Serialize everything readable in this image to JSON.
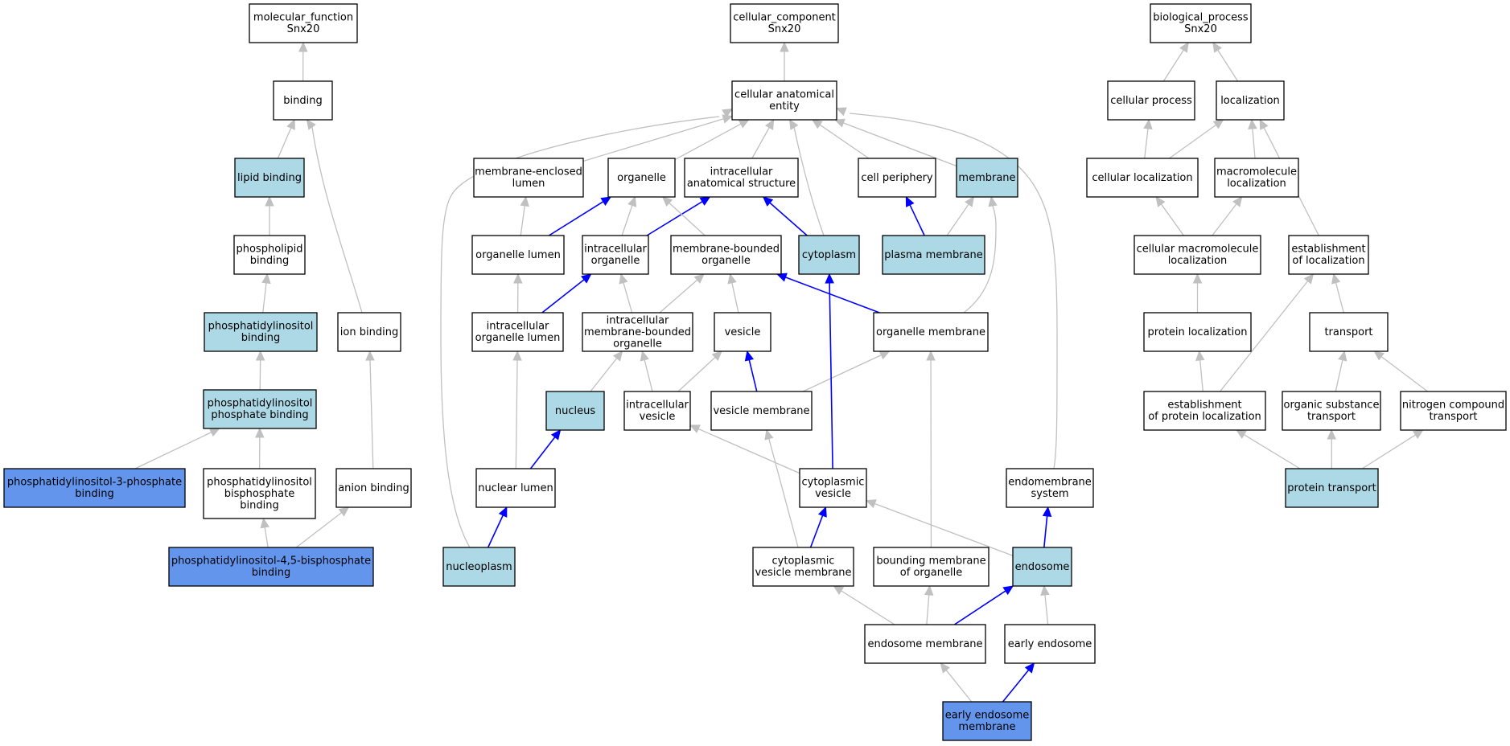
{
  "colors": {
    "white": "#ffffff",
    "light": "#add8e6",
    "dark": "#6495ed",
    "edge_gray": "#c0c0c0",
    "edge_blue": "#0000ff"
  },
  "nodes": [
    {
      "id": "molecular_function",
      "lines": [
        "molecular_function",
        "Snx20"
      ],
      "fill": "white"
    },
    {
      "id": "binding",
      "lines": [
        "binding"
      ],
      "fill": "white"
    },
    {
      "id": "lipid_binding",
      "lines": [
        "lipid binding"
      ],
      "fill": "light"
    },
    {
      "id": "phospholipid_binding",
      "lines": [
        "phospholipid",
        "binding"
      ],
      "fill": "white"
    },
    {
      "id": "pi_binding",
      "lines": [
        "phosphatidylinositol",
        "binding"
      ],
      "fill": "light"
    },
    {
      "id": "pip_binding",
      "lines": [
        "phosphatidylinositol",
        "phosphate binding"
      ],
      "fill": "light"
    },
    {
      "id": "pi3p_binding",
      "lines": [
        "phosphatidylinositol-3-phosphate",
        "binding"
      ],
      "fill": "dark"
    },
    {
      "id": "pibp_binding",
      "lines": [
        "phosphatidylinositol",
        "bisphosphate",
        "binding"
      ],
      "fill": "white"
    },
    {
      "id": "pi45bp_binding",
      "lines": [
        "phosphatidylinositol-4,5-bisphosphate",
        "binding"
      ],
      "fill": "dark"
    },
    {
      "id": "ion_binding",
      "lines": [
        "ion binding"
      ],
      "fill": "white"
    },
    {
      "id": "anion_binding",
      "lines": [
        "anion binding"
      ],
      "fill": "white"
    },
    {
      "id": "cellular_component",
      "lines": [
        "cellular_component",
        "Snx20"
      ],
      "fill": "white"
    },
    {
      "id": "cae",
      "lines": [
        "cellular anatomical",
        "entity"
      ],
      "fill": "white"
    },
    {
      "id": "mel",
      "lines": [
        "membrane-enclosed",
        "lumen"
      ],
      "fill": "white"
    },
    {
      "id": "organelle",
      "lines": [
        "organelle"
      ],
      "fill": "white"
    },
    {
      "id": "ias",
      "lines": [
        "intracellular",
        "anatomical structure"
      ],
      "fill": "white"
    },
    {
      "id": "cell_periphery",
      "lines": [
        "cell periphery"
      ],
      "fill": "white"
    },
    {
      "id": "membrane",
      "lines": [
        "membrane"
      ],
      "fill": "light"
    },
    {
      "id": "organelle_lumen",
      "lines": [
        "organelle lumen"
      ],
      "fill": "white"
    },
    {
      "id": "io",
      "lines": [
        "intracellular",
        "organelle"
      ],
      "fill": "white"
    },
    {
      "id": "mbo",
      "lines": [
        "membrane-bounded",
        "organelle"
      ],
      "fill": "white"
    },
    {
      "id": "cytoplasm",
      "lines": [
        "cytoplasm"
      ],
      "fill": "light"
    },
    {
      "id": "plasma_membrane",
      "lines": [
        "plasma membrane"
      ],
      "fill": "light"
    },
    {
      "id": "iol",
      "lines": [
        "intracellular",
        "organelle lumen"
      ],
      "fill": "white"
    },
    {
      "id": "imbo",
      "lines": [
        "intracellular",
        "membrane-bounded",
        "organelle"
      ],
      "fill": "white"
    },
    {
      "id": "vesicle",
      "lines": [
        "vesicle"
      ],
      "fill": "white"
    },
    {
      "id": "organelle_membrane",
      "lines": [
        "organelle membrane"
      ],
      "fill": "white"
    },
    {
      "id": "nucleus",
      "lines": [
        "nucleus"
      ],
      "fill": "light"
    },
    {
      "id": "iv",
      "lines": [
        "intracellular",
        "vesicle"
      ],
      "fill": "white"
    },
    {
      "id": "vesicle_membrane",
      "lines": [
        "vesicle membrane"
      ],
      "fill": "white"
    },
    {
      "id": "nuclear_lumen",
      "lines": [
        "nuclear lumen"
      ],
      "fill": "white"
    },
    {
      "id": "cv",
      "lines": [
        "cytoplasmic",
        "vesicle"
      ],
      "fill": "white"
    },
    {
      "id": "endomembrane",
      "lines": [
        "endomembrane",
        "system"
      ],
      "fill": "white"
    },
    {
      "id": "nucleoplasm",
      "lines": [
        "nucleoplasm"
      ],
      "fill": "light"
    },
    {
      "id": "cvm",
      "lines": [
        "cytoplasmic",
        "vesicle membrane"
      ],
      "fill": "white"
    },
    {
      "id": "bmo",
      "lines": [
        "bounding membrane",
        "of organelle"
      ],
      "fill": "white"
    },
    {
      "id": "endosome",
      "lines": [
        "endosome"
      ],
      "fill": "light"
    },
    {
      "id": "endosome_membrane",
      "lines": [
        "endosome membrane"
      ],
      "fill": "white"
    },
    {
      "id": "early_endosome",
      "lines": [
        "early endosome"
      ],
      "fill": "white"
    },
    {
      "id": "eem",
      "lines": [
        "early endosome",
        "membrane"
      ],
      "fill": "dark"
    },
    {
      "id": "biological_process",
      "lines": [
        "biological_process",
        "Snx20"
      ],
      "fill": "white"
    },
    {
      "id": "cellular_process",
      "lines": [
        "cellular process"
      ],
      "fill": "white"
    },
    {
      "id": "localization",
      "lines": [
        "localization"
      ],
      "fill": "white"
    },
    {
      "id": "cellular_localization",
      "lines": [
        "cellular localization"
      ],
      "fill": "white"
    },
    {
      "id": "macromolecule_localization",
      "lines": [
        "macromolecule",
        "localization"
      ],
      "fill": "white"
    },
    {
      "id": "cml",
      "lines": [
        "cellular macromolecule",
        "localization"
      ],
      "fill": "white"
    },
    {
      "id": "eol",
      "lines": [
        "establishment",
        "of localization"
      ],
      "fill": "white"
    },
    {
      "id": "protein_localization",
      "lines": [
        "protein localization"
      ],
      "fill": "white"
    },
    {
      "id": "transport",
      "lines": [
        "transport"
      ],
      "fill": "white"
    },
    {
      "id": "epl",
      "lines": [
        "establishment",
        "of protein localization"
      ],
      "fill": "white"
    },
    {
      "id": "ost",
      "lines": [
        "organic substance",
        "transport"
      ],
      "fill": "white"
    },
    {
      "id": "nct",
      "lines": [
        "nitrogen compound",
        "transport"
      ],
      "fill": "white"
    },
    {
      "id": "protein_transport",
      "lines": [
        "protein transport"
      ],
      "fill": "light"
    }
  ],
  "edges": [
    {
      "from": "binding",
      "to": "molecular_function",
      "color": "gray"
    },
    {
      "from": "lipid_binding",
      "to": "binding",
      "color": "gray"
    },
    {
      "from": "phospholipid_binding",
      "to": "lipid_binding",
      "color": "gray"
    },
    {
      "from": "pi_binding",
      "to": "phospholipid_binding",
      "color": "gray"
    },
    {
      "from": "pip_binding",
      "to": "pi_binding",
      "color": "gray"
    },
    {
      "from": "pi3p_binding",
      "to": "pip_binding",
      "color": "gray"
    },
    {
      "from": "pibp_binding",
      "to": "pip_binding",
      "color": "gray"
    },
    {
      "from": "pi45bp_binding",
      "to": "pibp_binding",
      "color": "gray"
    },
    {
      "from": "pi45bp_binding",
      "to": "anion_binding",
      "color": "gray"
    },
    {
      "from": "ion_binding",
      "to": "binding",
      "color": "gray"
    },
    {
      "from": "anion_binding",
      "to": "ion_binding",
      "color": "gray"
    },
    {
      "from": "cae",
      "to": "cellular_component",
      "color": "gray"
    },
    {
      "from": "mel",
      "to": "cae",
      "color": "gray"
    },
    {
      "from": "organelle",
      "to": "cae",
      "color": "gray"
    },
    {
      "from": "ias",
      "to": "cae",
      "color": "gray"
    },
    {
      "from": "cell_periphery",
      "to": "cae",
      "color": "gray"
    },
    {
      "from": "membrane",
      "to": "cae",
      "color": "gray"
    },
    {
      "from": "cytoplasm",
      "to": "cae",
      "color": "gray"
    },
    {
      "from": "nucleoplasm",
      "to": "cae",
      "color": "gray"
    },
    {
      "from": "endomembrane",
      "to": "cae",
      "color": "gray"
    },
    {
      "from": "organelle_lumen",
      "to": "mel",
      "color": "gray"
    },
    {
      "from": "organelle_lumen",
      "to": "organelle",
      "color": "blue"
    },
    {
      "from": "io",
      "to": "organelle",
      "color": "gray"
    },
    {
      "from": "io",
      "to": "ias",
      "color": "blue"
    },
    {
      "from": "mbo",
      "to": "organelle",
      "color": "gray"
    },
    {
      "from": "cytoplasm",
      "to": "ias",
      "color": "blue"
    },
    {
      "from": "plasma_membrane",
      "to": "cell_periphery",
      "color": "blue"
    },
    {
      "from": "plasma_membrane",
      "to": "membrane",
      "color": "gray"
    },
    {
      "from": "iol",
      "to": "organelle_lumen",
      "color": "gray"
    },
    {
      "from": "iol",
      "to": "io",
      "color": "blue"
    },
    {
      "from": "imbo",
      "to": "io",
      "color": "gray"
    },
    {
      "from": "imbo",
      "to": "mbo",
      "color": "gray"
    },
    {
      "from": "vesicle",
      "to": "mbo",
      "color": "gray"
    },
    {
      "from": "organelle_membrane",
      "to": "mbo",
      "color": "blue"
    },
    {
      "from": "organelle_membrane",
      "to": "membrane",
      "color": "gray"
    },
    {
      "from": "nucleus",
      "to": "imbo",
      "color": "gray"
    },
    {
      "from": "iv",
      "to": "imbo",
      "color": "gray"
    },
    {
      "from": "iv",
      "to": "vesicle",
      "color": "gray"
    },
    {
      "from": "vesicle_membrane",
      "to": "vesicle",
      "color": "blue"
    },
    {
      "from": "vesicle_membrane",
      "to": "organelle_membrane",
      "color": "gray"
    },
    {
      "from": "nuclear_lumen",
      "to": "iol",
      "color": "gray"
    },
    {
      "from": "nuclear_lumen",
      "to": "nucleus",
      "color": "blue"
    },
    {
      "from": "cv",
      "to": "iv",
      "color": "gray"
    },
    {
      "from": "cv",
      "to": "cytoplasm",
      "color": "blue"
    },
    {
      "from": "nucleoplasm",
      "to": "nuclear_lumen",
      "color": "blue"
    },
    {
      "from": "cvm",
      "to": "vesicle_membrane",
      "color": "gray"
    },
    {
      "from": "cvm",
      "to": "cv",
      "color": "blue"
    },
    {
      "from": "bmo",
      "to": "organelle_membrane",
      "color": "gray"
    },
    {
      "from": "endosome",
      "to": "cv",
      "color": "gray"
    },
    {
      "from": "endosome",
      "to": "endomembrane",
      "color": "blue"
    },
    {
      "from": "endosome_membrane",
      "to": "cvm",
      "color": "gray"
    },
    {
      "from": "endosome_membrane",
      "to": "bmo",
      "color": "gray"
    },
    {
      "from": "endosome_membrane",
      "to": "endosome",
      "color": "blue"
    },
    {
      "from": "early_endosome",
      "to": "endosome",
      "color": "gray"
    },
    {
      "from": "eem",
      "to": "endosome_membrane",
      "color": "gray"
    },
    {
      "from": "eem",
      "to": "early_endosome",
      "color": "blue"
    },
    {
      "from": "cellular_process",
      "to": "biological_process",
      "color": "gray"
    },
    {
      "from": "localization",
      "to": "biological_process",
      "color": "gray"
    },
    {
      "from": "cellular_localization",
      "to": "cellular_process",
      "color": "gray"
    },
    {
      "from": "cellular_localization",
      "to": "localization",
      "color": "gray"
    },
    {
      "from": "macromolecule_localization",
      "to": "localization",
      "color": "gray"
    },
    {
      "from": "cml",
      "to": "cellular_localization",
      "color": "gray"
    },
    {
      "from": "cml",
      "to": "macromolecule_localization",
      "color": "gray"
    },
    {
      "from": "eol",
      "to": "localization",
      "color": "gray"
    },
    {
      "from": "protein_localization",
      "to": "cml",
      "color": "gray"
    },
    {
      "from": "transport",
      "to": "eol",
      "color": "gray"
    },
    {
      "from": "epl",
      "to": "protein_localization",
      "color": "gray"
    },
    {
      "from": "epl",
      "to": "eol",
      "color": "gray"
    },
    {
      "from": "ost",
      "to": "transport",
      "color": "gray"
    },
    {
      "from": "nct",
      "to": "transport",
      "color": "gray"
    },
    {
      "from": "protein_transport",
      "to": "epl",
      "color": "gray"
    },
    {
      "from": "protein_transport",
      "to": "ost",
      "color": "gray"
    },
    {
      "from": "protein_transport",
      "to": "nct",
      "color": "gray"
    }
  ]
}
